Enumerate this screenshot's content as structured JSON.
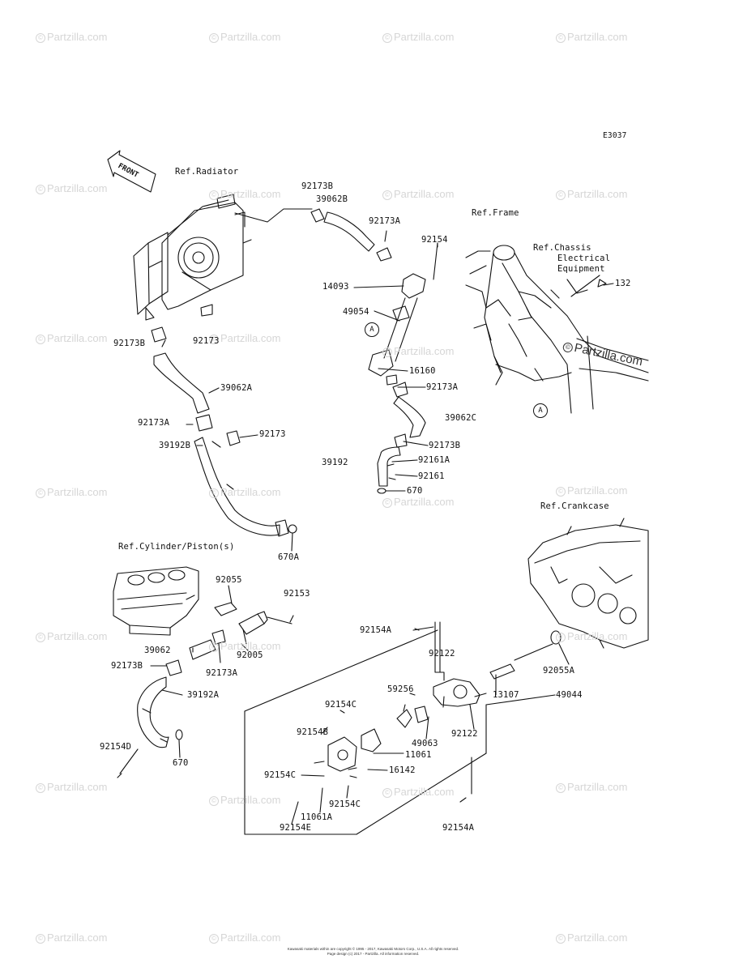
{
  "diagram": {
    "code": "E3037",
    "front_label": "FRONT",
    "refs": {
      "radiator": "Ref.Radiator",
      "frame": "Ref.Frame",
      "chassis_1": "Ref.Chassis",
      "chassis_2": "Electrical",
      "chassis_3": "Equipment",
      "crankcase": "Ref.Crankcase",
      "cylinder": "Ref.Cylinder/Piston(s)"
    },
    "callout_a": "A",
    "parts": {
      "p92173B_top": "92173B",
      "p39062B": "39062B",
      "p92173A_top": "92173A",
      "p92154": "92154",
      "p14093": "14093",
      "p49054": "49054",
      "p16160": "16160",
      "p92173A_mid": "92173A",
      "p39062C": "39062C",
      "p92173B_mid": "92173B",
      "p39192": "39192",
      "p92161A": "92161A",
      "p92161": "92161",
      "p670": "670",
      "p132": "132",
      "p92173B_left": "92173B",
      "p92173_rad": "92173",
      "p39062A": "39062A",
      "p92173A_left": "92173A",
      "p92173_left": "92173",
      "p39192B": "39192B",
      "p670A": "670A",
      "p92055": "92055",
      "p92153": "92153",
      "p39062": "39062",
      "p92005": "92005",
      "p92173B_low": "92173B",
      "p92173A_low": "92173A",
      "p39192A": "39192A",
      "p92154D": "92154D",
      "p670_low": "670",
      "p92154A_top": "92154A",
      "p92122_top": "92122",
      "p92055A": "92055A",
      "p59256": "59256",
      "p13107": "13107",
      "p49044": "49044",
      "p92154C_top": "92154C",
      "p92154B": "92154B",
      "p49063": "49063",
      "p92122_low": "92122",
      "p11061": "11061",
      "p16142": "16142",
      "p92154C_left": "92154C",
      "p92154C_low": "92154C",
      "p11061A": "11061A",
      "p92154E": "92154E",
      "p92154A_low": "92154A"
    },
    "watermark": "Partzilla.com",
    "watermark_symbol": "©",
    "footer_line_1": "Kawasaki materials within are copyright © 1995 - 2017, Kawasaki Motors Corp., U.S.A. All rights reserved.",
    "footer_line_2": "Page design (c) 2017 - Partzilla. All information reserved."
  }
}
